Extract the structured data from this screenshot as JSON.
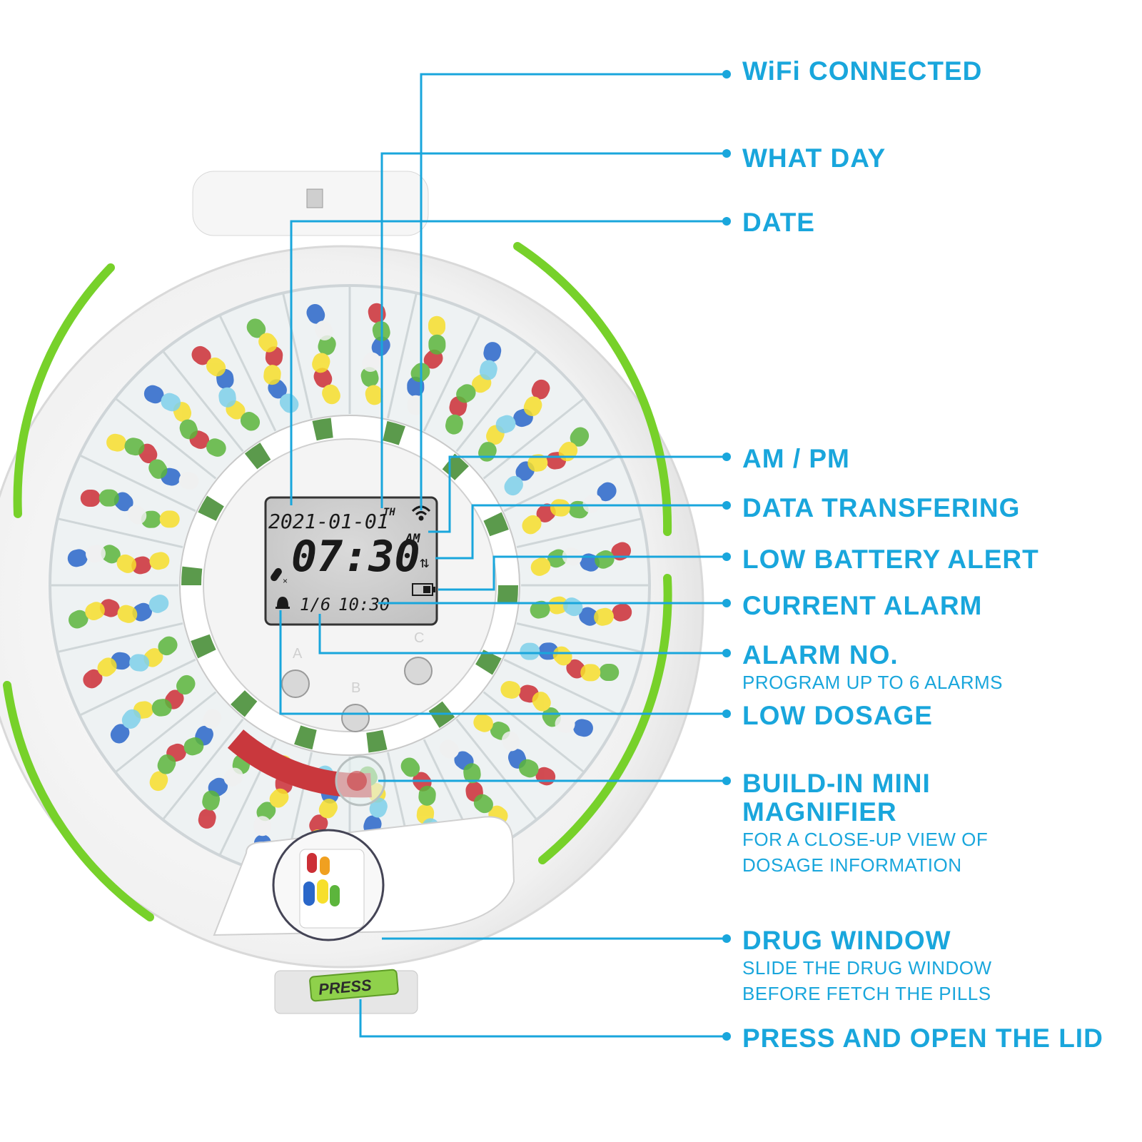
{
  "accent": "#19a6dc",
  "device": {
    "lcd": {
      "date": "2021-01-01",
      "day": "TH",
      "time": "07:30",
      "meridiem": "AM",
      "alarm_no": "1/6",
      "alarm_time": "10:30"
    },
    "buttons": [
      "A",
      "B",
      "C"
    ],
    "press_label": "PRESS"
  },
  "callouts": [
    {
      "id": "wifi",
      "title": "WiFi CONNECTED",
      "sub": ""
    },
    {
      "id": "day",
      "title": "WHAT DAY",
      "sub": ""
    },
    {
      "id": "date",
      "title": "DATE",
      "sub": ""
    },
    {
      "id": "ampm",
      "title": "AM / PM",
      "sub": ""
    },
    {
      "id": "data",
      "title": "DATA TRANSFERING",
      "sub": ""
    },
    {
      "id": "battery",
      "title": "LOW BATTERY ALERT",
      "sub": ""
    },
    {
      "id": "alarm",
      "title": "CURRENT ALARM",
      "sub": ""
    },
    {
      "id": "alarmno",
      "title": "ALARM NO.",
      "sub": "PROGRAM UP TO 6 ALARMS"
    },
    {
      "id": "lowdose",
      "title": "LOW DOSAGE",
      "sub": ""
    },
    {
      "id": "magnifier",
      "title": "BUILD-IN MINI\nMAGNIFIER",
      "sub": "FOR A CLOSE-UP VIEW OF\nDOSAGE INFORMATION"
    },
    {
      "id": "drugwindow",
      "title": "DRUG WINDOW",
      "sub": "SLIDE THE DRUG WINDOW\nBEFORE FETCH THE PILLS"
    },
    {
      "id": "press",
      "title": "PRESS AND OPEN THE LID",
      "sub": ""
    }
  ]
}
